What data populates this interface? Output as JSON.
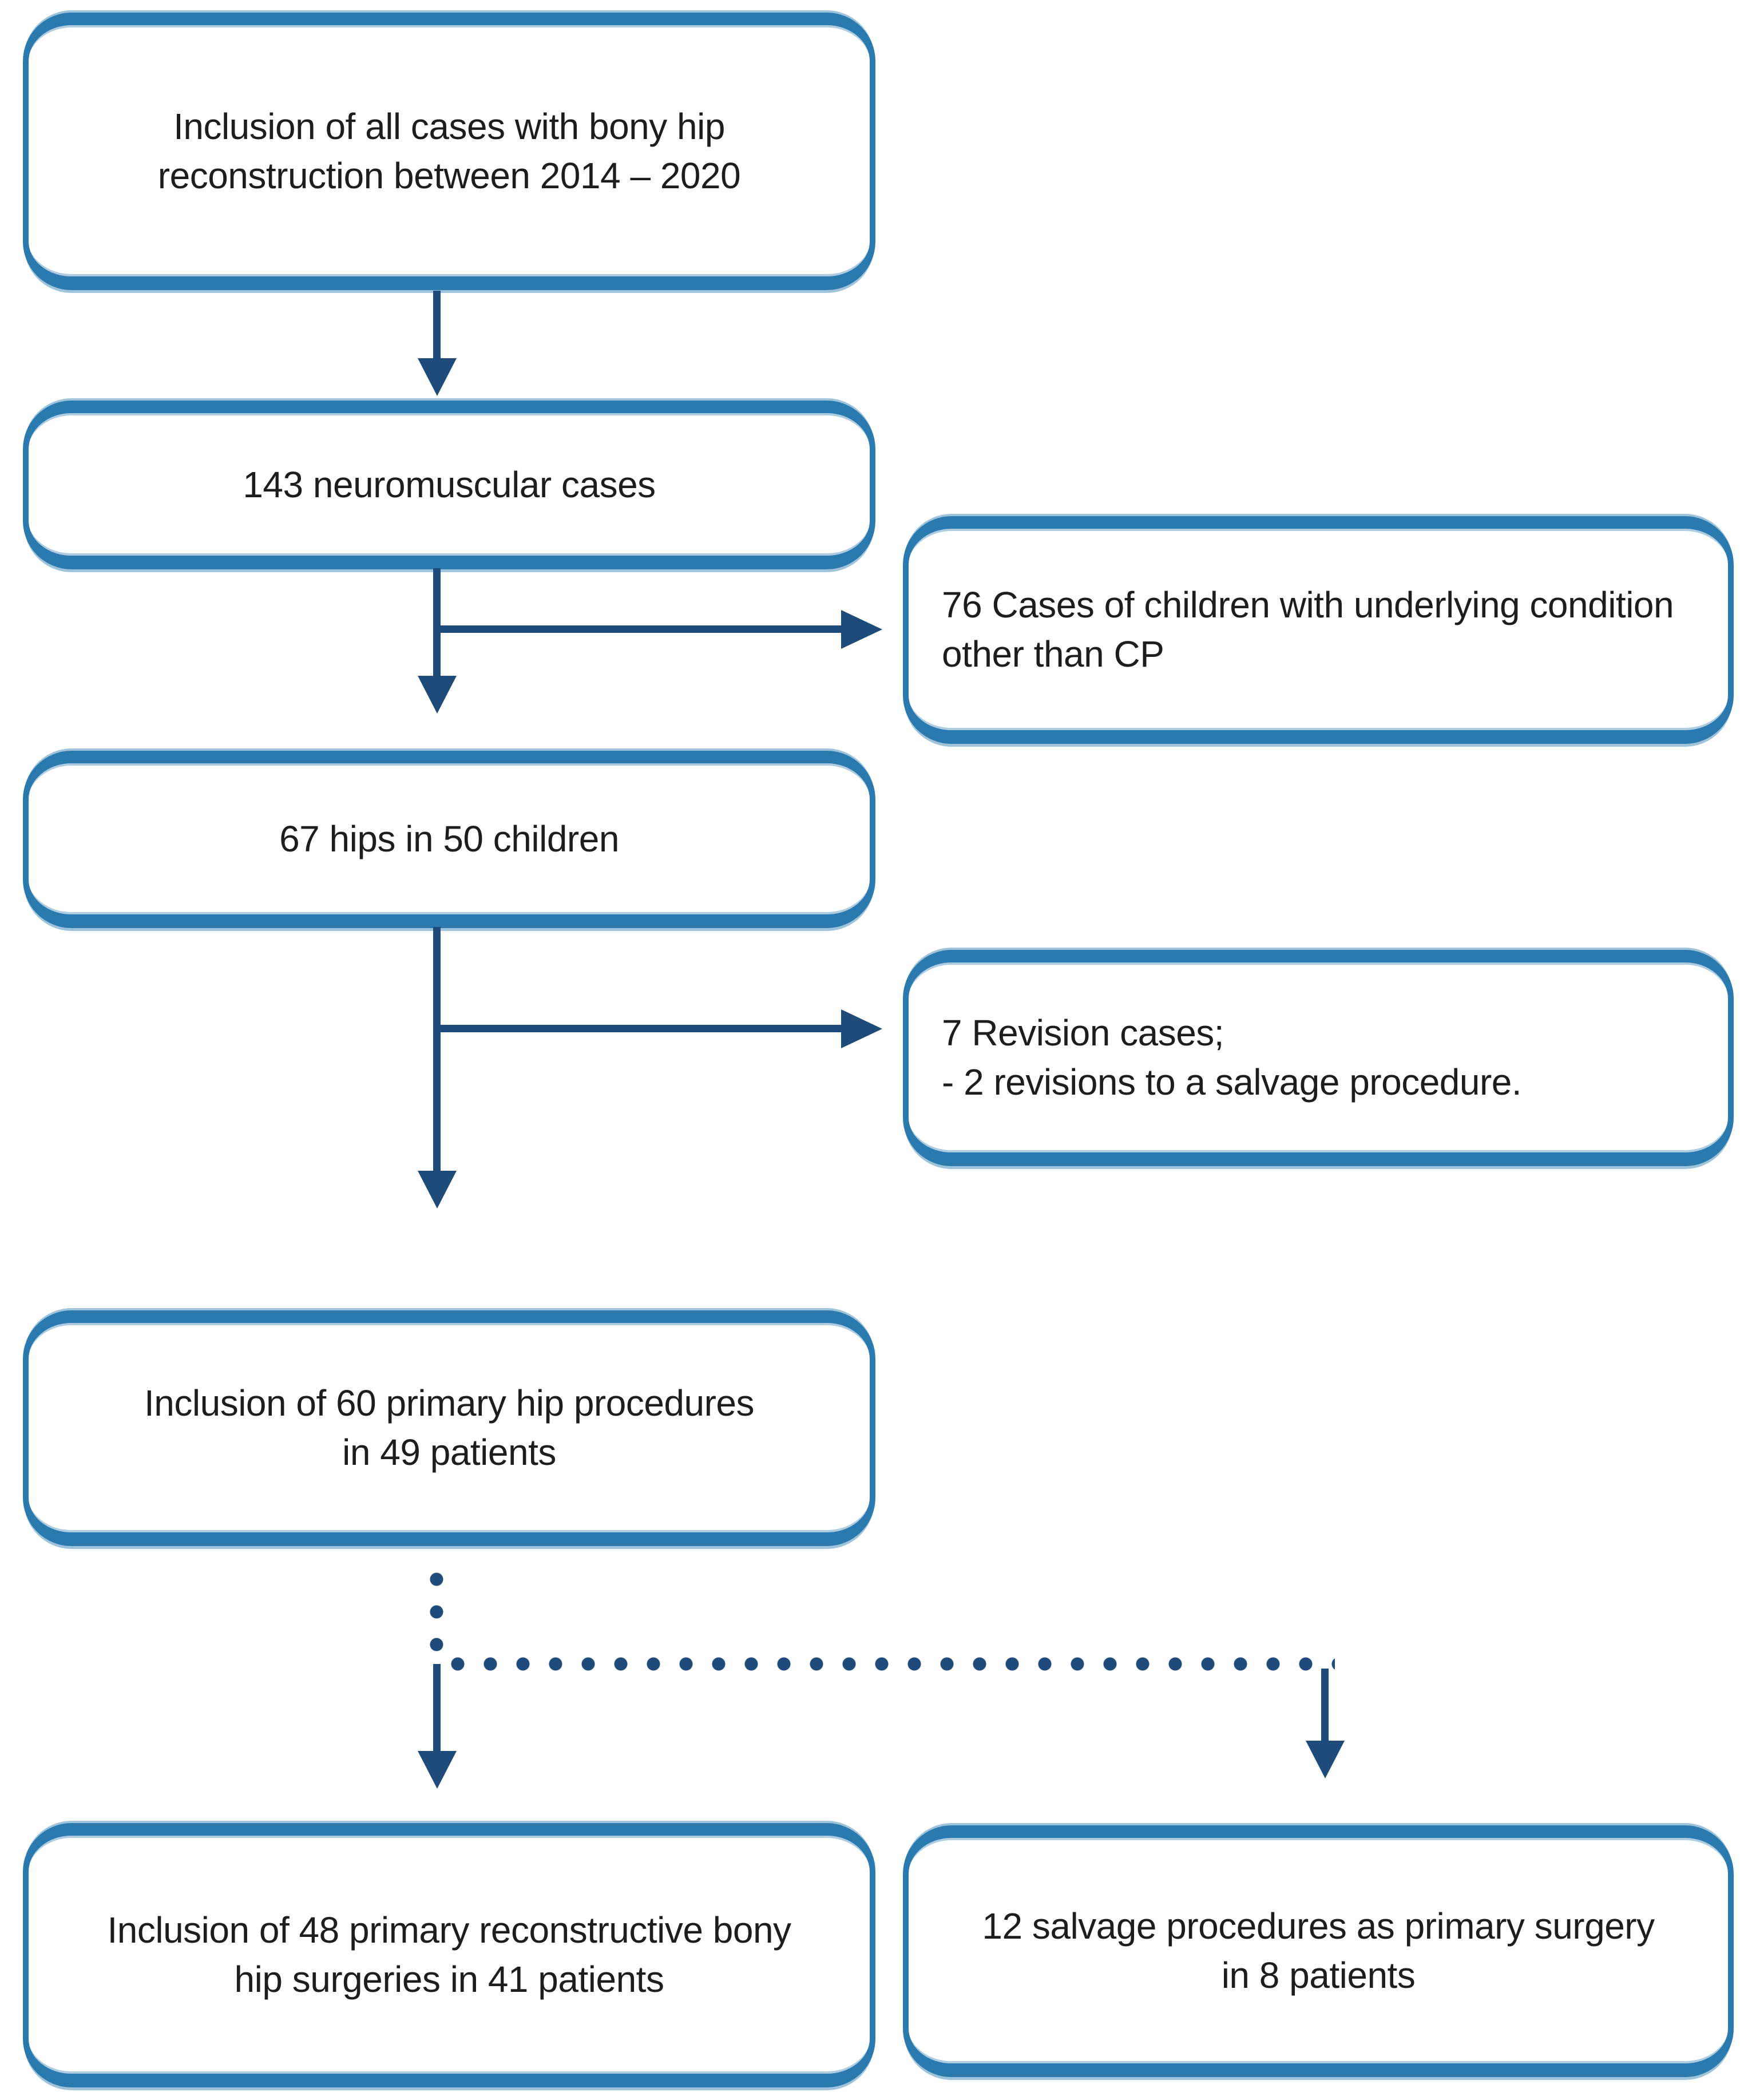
{
  "figure": {
    "type": "patient-inclusion-flowchart",
    "background_color": "#ffffff",
    "box_border_color": "#2a7ab0",
    "connector_color": "#1f4b7a",
    "text_color": "#1d1d1f"
  },
  "boxes": {
    "initial": {
      "text": "Inclusion of all cases with bony hip\nreconstruction between 2014 – 2020"
    },
    "neuromuscular": {
      "text": "143 neuromuscular cases"
    },
    "exclusion_other_condition": {
      "text": "76 Cases of children with underlying condition\nother than CP"
    },
    "hips": {
      "text": "67 hips in 50 children"
    },
    "exclusion_revision": {
      "text": "7 Revision cases;\n- 2 revisions to a salvage procedure."
    },
    "primary": {
      "text": "Inclusion of 60 primary hip procedures\nin 49 patients"
    },
    "reconstructive": {
      "text": "Inclusion of 48 primary reconstructive bony\nhip surgeries in 41 patients"
    },
    "salvage": {
      "text": "12 salvage procedures as primary surgery\nin 8 patients"
    }
  }
}
